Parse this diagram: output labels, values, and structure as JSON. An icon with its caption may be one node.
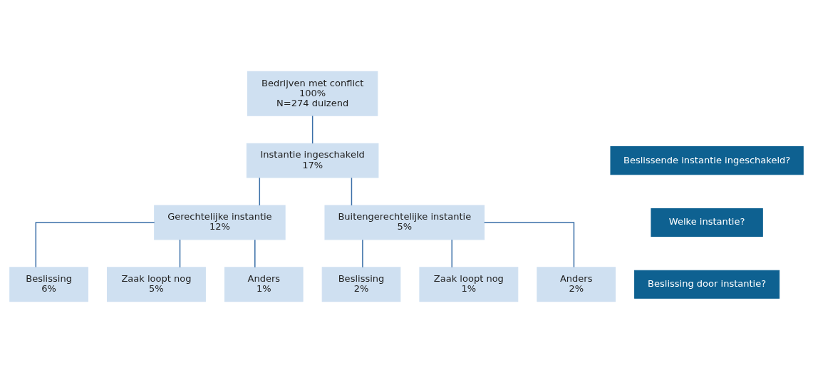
{
  "diagram": {
    "nodes": [
      {
        "text": [
          "Bedrijven met conflict",
          "100%",
          "N=274 duizend"
        ]
      },
      {
        "text": [
          "Instantie ingeschakeld",
          "17%"
        ]
      },
      {
        "text": [
          "Gerechtelijke instantie",
          "12%"
        ]
      },
      {
        "text": [
          "Buitengerechtelijke instantie",
          "5%"
        ]
      },
      {
        "text": [
          "Beslissing",
          "6%"
        ]
      },
      {
        "text": [
          "Zaak loopt nog",
          "5%"
        ]
      },
      {
        "text": [
          "Anders",
          "1%"
        ]
      },
      {
        "text": [
          "Beslissing",
          "2%"
        ]
      },
      {
        "text": [
          "Zaak loopt nog",
          "1%"
        ]
      },
      {
        "text": [
          "Anders",
          "2%"
        ]
      },
      {
        "text": [
          "Beslissende instantie ingeschakeld?"
        ]
      },
      {
        "text": [
          "Welke instantie?"
        ]
      },
      {
        "text": [
          "Beslissing door instantie?"
        ]
      }
    ],
    "edges": [
      {
        "from": 0,
        "to": 1,
        "arrow": "none"
      },
      {
        "from": 1,
        "to": 2,
        "arrow": "none"
      },
      {
        "from": 1,
        "to": 3,
        "arrow": "none"
      },
      {
        "from": 2,
        "to": 4,
        "arrow": "none"
      },
      {
        "from": 2,
        "to": 5,
        "arrow": "none"
      },
      {
        "from": 2,
        "to": 6,
        "arrow": "none"
      },
      {
        "from": 3,
        "to": 7,
        "arrow": "none"
      },
      {
        "from": 3,
        "to": 8,
        "arrow": "none"
      },
      {
        "from": 3,
        "to": 9,
        "arrow": "none"
      }
    ]
  }
}
